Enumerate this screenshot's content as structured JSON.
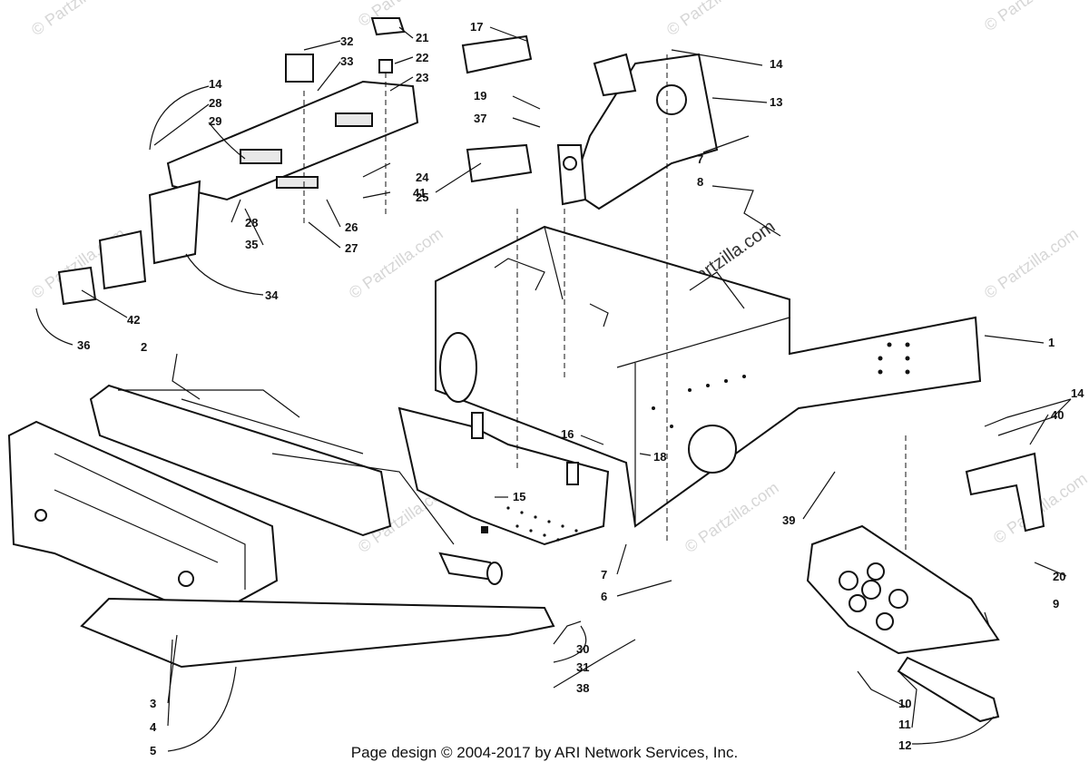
{
  "diagram": {
    "callouts": [
      {
        "id": "c1",
        "text": "1"
      },
      {
        "id": "c2",
        "text": "2"
      },
      {
        "id": "c3",
        "text": "3"
      },
      {
        "id": "c4",
        "text": "4"
      },
      {
        "id": "c5",
        "text": "5"
      },
      {
        "id": "c6",
        "text": "6"
      },
      {
        "id": "c7a",
        "text": "7"
      },
      {
        "id": "c7b",
        "text": "7"
      },
      {
        "id": "c8",
        "text": "8"
      },
      {
        "id": "c9",
        "text": "9"
      },
      {
        "id": "c10",
        "text": "10"
      },
      {
        "id": "c11",
        "text": "11"
      },
      {
        "id": "c12",
        "text": "12"
      },
      {
        "id": "c13",
        "text": "13"
      },
      {
        "id": "c14a",
        "text": "14"
      },
      {
        "id": "c14b",
        "text": "14"
      },
      {
        "id": "c14c",
        "text": "14"
      },
      {
        "id": "c15",
        "text": "15"
      },
      {
        "id": "c16",
        "text": "16"
      },
      {
        "id": "c17",
        "text": "17"
      },
      {
        "id": "c18",
        "text": "18"
      },
      {
        "id": "c19",
        "text": "19"
      },
      {
        "id": "c20",
        "text": "20"
      },
      {
        "id": "c21",
        "text": "21"
      },
      {
        "id": "c22",
        "text": "22"
      },
      {
        "id": "c23",
        "text": "23"
      },
      {
        "id": "c24",
        "text": "24"
      },
      {
        "id": "c25",
        "text": "25"
      },
      {
        "id": "c26",
        "text": "26"
      },
      {
        "id": "c27",
        "text": "27"
      },
      {
        "id": "c28a",
        "text": "28"
      },
      {
        "id": "c28b",
        "text": "28"
      },
      {
        "id": "c29",
        "text": "29"
      },
      {
        "id": "c30",
        "text": "30"
      },
      {
        "id": "c31",
        "text": "31"
      },
      {
        "id": "c32",
        "text": "32"
      },
      {
        "id": "c33",
        "text": "33"
      },
      {
        "id": "c34",
        "text": "34"
      },
      {
        "id": "c35",
        "text": "35"
      },
      {
        "id": "c36",
        "text": "36"
      },
      {
        "id": "c37",
        "text": "37"
      },
      {
        "id": "c38",
        "text": "38"
      },
      {
        "id": "c39",
        "text": "39"
      },
      {
        "id": "c40",
        "text": "40"
      },
      {
        "id": "c41",
        "text": "41"
      },
      {
        "id": "c42",
        "text": "42"
      }
    ],
    "watermark": "© Partzilla.com"
  },
  "footer": {
    "text": "Page design © 2004-2017 by ARI Network Services, Inc."
  }
}
